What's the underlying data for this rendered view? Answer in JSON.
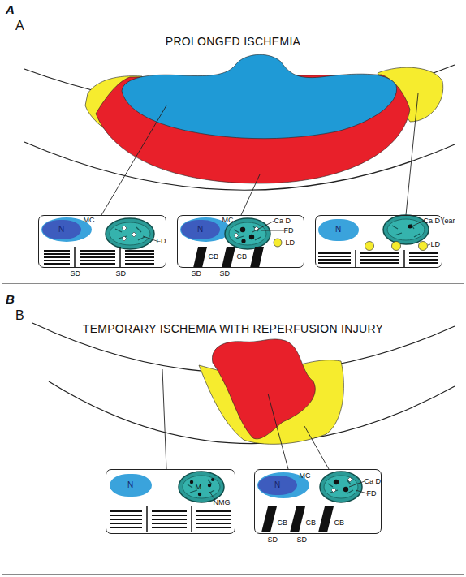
{
  "diagram": {
    "nodes": [
      {
        "text": [
          "A",
          "A",
          "PROLONGED ISCHEMIA"
        ]
      },
      {
        "text": [
          "MC",
          "FD",
          "SD",
          "SD"
        ],
        "in": 0
      },
      {
        "text": [
          "N"
        ],
        "in": 1
      },
      {
        "text": [
          "MC",
          "Ca D",
          "FD",
          "LD",
          "CB",
          "CB",
          "SD",
          "SD"
        ],
        "in": 0
      },
      {
        "text": [
          "N"
        ],
        "in": 3
      },
      {
        "text": [
          "Ca D (ear",
          "LD"
        ],
        "in": 0
      },
      {
        "text": [
          "N"
        ],
        "in": 5
      },
      {
        "text": [
          "B",
          "B",
          "TEMPORARY ISCHEMIA WITH REPERFUSION INJURY"
        ]
      },
      {
        "text": [
          "NMG",
          "M"
        ],
        "in": 7
      },
      {
        "text": [
          "N"
        ],
        "in": 8
      },
      {
        "text": [
          "MC",
          "Ca D",
          "FD",
          "CB",
          "CB",
          "CB",
          "SD",
          "SD"
        ],
        "in": 7
      },
      {
        "text": [
          "N"
        ],
        "in": 10
      }
    ]
  }
}
